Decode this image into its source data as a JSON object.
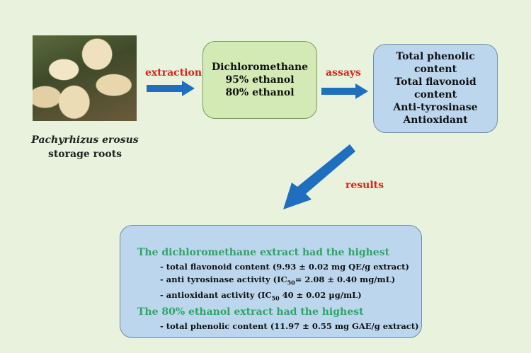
{
  "colors": {
    "background": "#e8f2dc",
    "arrow": "#1f6fc0",
    "label_red": "#e0201a",
    "heading_green": "#2aa860",
    "solvent_box": "#d3eab4",
    "blue_box": "#bcd6ee"
  },
  "source": {
    "species": "Pachyrhizus erosus",
    "part": "storage roots"
  },
  "steps": {
    "extraction": "extraction",
    "assays": "assays",
    "results": "results"
  },
  "solvents": [
    "Dichloromethane",
    "95% ethanol",
    "80% ethanol"
  ],
  "assays": [
    "Total phenolic content",
    "Total flavonoid content",
    "Anti-tyrosinase",
    "Antioxidant"
  ],
  "findings": {
    "heading1": "The dichloromethane extract had the highest",
    "b1_pre": "- total flavonoid content (9.93 ± 0.02 mg QE/g extract)",
    "b2_pre": "- anti tyrosinase activity (IC",
    "b2_sub": "50",
    "b2_post": "= 2.08 ± 0.40 mg/mL)",
    "b3_pre": "- antioxidant activity (IC",
    "b3_sub": "50",
    "b3_post": " 40 ± 0.02 µg/mL)",
    "heading2": "The 80% ethanol extract had the highest",
    "b4": "- total phenolic content (11.97 ± 0.55 mg GAE/g extract)"
  }
}
